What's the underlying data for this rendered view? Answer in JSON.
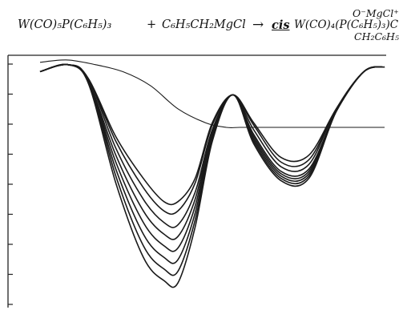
{
  "equation": {
    "reactant_1": "W(CO)₅P(C₆H₅)₃",
    "plus": "+",
    "reactant_2": "C₆H₅CH₂MgCl",
    "arrow": "→",
    "prefix": "cis",
    "product": "W(CO)₄(P(C₆H₅)₃)C",
    "substituent_top": "O⁻MgCl⁺",
    "substituent_bottom": "CH₂C₆H₅"
  },
  "chart_data": {
    "type": "line",
    "title": "",
    "xlabel": "",
    "ylabel": "",
    "x_range": [
      0,
      100
    ],
    "y_range": [
      0,
      100
    ],
    "grid": false,
    "ticks": "y-axis only, unlabeled, 9 ticks",
    "annotations": "no numeric tick labels printed; sequential IR spectra overlaid",
    "series": [
      {
        "x": [
          0,
          8,
          16,
          24,
          32,
          40,
          48,
          54,
          58,
          64,
          72,
          80,
          90,
          100
        ],
        "y": [
          98,
          99,
          97,
          94,
          88,
          78,
          72,
          70,
          70,
          70,
          70,
          70,
          70,
          70
        ]
      },
      {
        "x": [
          0,
          8,
          14,
          22,
          30,
          36,
          40,
          45,
          50,
          56,
          62,
          70,
          78,
          86,
          94,
          100
        ],
        "y": [
          94,
          97,
          91,
          66,
          48,
          38,
          38,
          48,
          72,
          84,
          72,
          57,
          58,
          78,
          94,
          96
        ]
      },
      {
        "x": [
          0,
          8,
          14,
          22,
          30,
          36,
          40,
          45,
          50,
          56,
          62,
          70,
          78,
          86,
          94,
          100
        ],
        "y": [
          94,
          97,
          91,
          64,
          44,
          34,
          34,
          46,
          71,
          84,
          71,
          55,
          56,
          78,
          94,
          96
        ]
      },
      {
        "x": [
          0,
          8,
          14,
          22,
          30,
          36,
          40,
          45,
          50,
          56,
          62,
          70,
          78,
          86,
          94,
          100
        ],
        "y": [
          94,
          97,
          91,
          61,
          39,
          29,
          28,
          42,
          69,
          84,
          69,
          53,
          54,
          78,
          94,
          96
        ]
      },
      {
        "x": [
          0,
          8,
          14,
          22,
          30,
          36,
          40,
          45,
          50,
          56,
          62,
          70,
          78,
          86,
          94,
          100
        ],
        "y": [
          94,
          97,
          90,
          58,
          34,
          24,
          23,
          39,
          68,
          84,
          67,
          51,
          52,
          77,
          94,
          96
        ]
      },
      {
        "x": [
          0,
          8,
          14,
          22,
          30,
          36,
          40,
          45,
          50,
          56,
          62,
          70,
          78,
          86,
          94,
          100
        ],
        "y": [
          94,
          97,
          90,
          55,
          29,
          19,
          18,
          36,
          67,
          84,
          66,
          50,
          51,
          77,
          94,
          96
        ]
      },
      {
        "x": [
          0,
          8,
          14,
          22,
          30,
          36,
          40,
          45,
          50,
          56,
          62,
          70,
          78,
          86,
          94,
          100
        ],
        "y": [
          94,
          97,
          90,
          52,
          24,
          14,
          13,
          33,
          66,
          84,
          65,
          49,
          50,
          77,
          94,
          96
        ]
      },
      {
        "x": [
          0,
          8,
          14,
          22,
          30,
          36,
          40,
          45,
          50,
          56,
          62,
          70,
          78,
          86,
          94,
          100
        ],
        "y": [
          94,
          97,
          90,
          49,
          19,
          9,
          8,
          30,
          65,
          84,
          64,
          48,
          49,
          77,
          94,
          96
        ]
      },
      {
        "x": [
          0,
          8,
          14,
          22,
          30,
          36,
          40,
          45,
          50,
          56,
          62,
          70,
          78,
          86,
          94,
          100
        ],
        "y": [
          94,
          97,
          89,
          46,
          14,
          4,
          3,
          27,
          64,
          84,
          63,
          47,
          48,
          77,
          94,
          96
        ]
      }
    ]
  }
}
